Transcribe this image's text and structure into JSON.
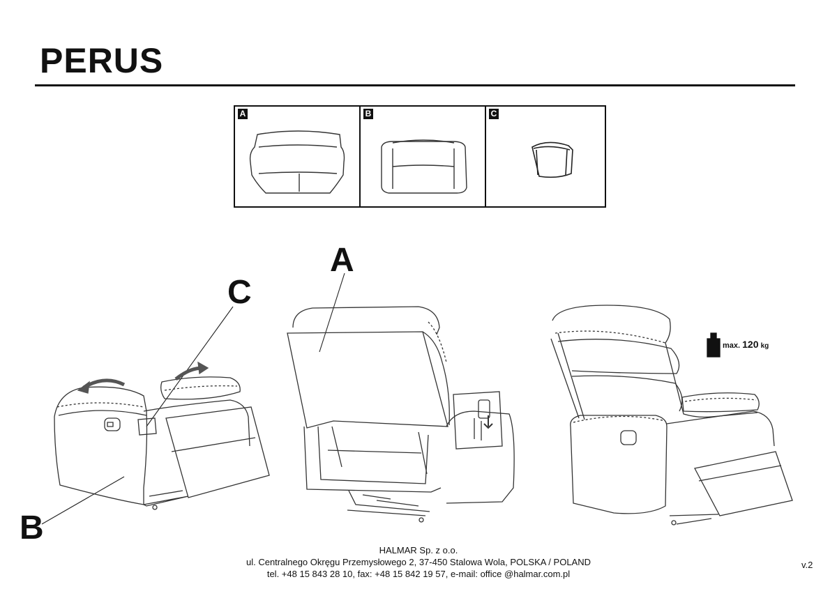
{
  "title": "PERUS",
  "parts": [
    {
      "label": "A",
      "icon": "seat-back-icon"
    },
    {
      "label": "B",
      "icon": "seat-base-icon"
    },
    {
      "label": "C",
      "icon": "cup-holder-icon"
    }
  ],
  "callouts": {
    "a": "A",
    "b": "B",
    "c": "C"
  },
  "max_load": {
    "prefix": "max.",
    "value": "120",
    "unit": "kg"
  },
  "footer": {
    "company": "HALMAR Sp. z o.o.",
    "address": "ul. Centralnego Okręgu Przemysłowego 2, 37-450 Stalowa Wola, POLSKA / POLAND",
    "contact": "tel. +48 15 843 28 10, fax: +48 15 842 19 57, e-mail: office @halmar.com.pl"
  },
  "version": "v.2"
}
